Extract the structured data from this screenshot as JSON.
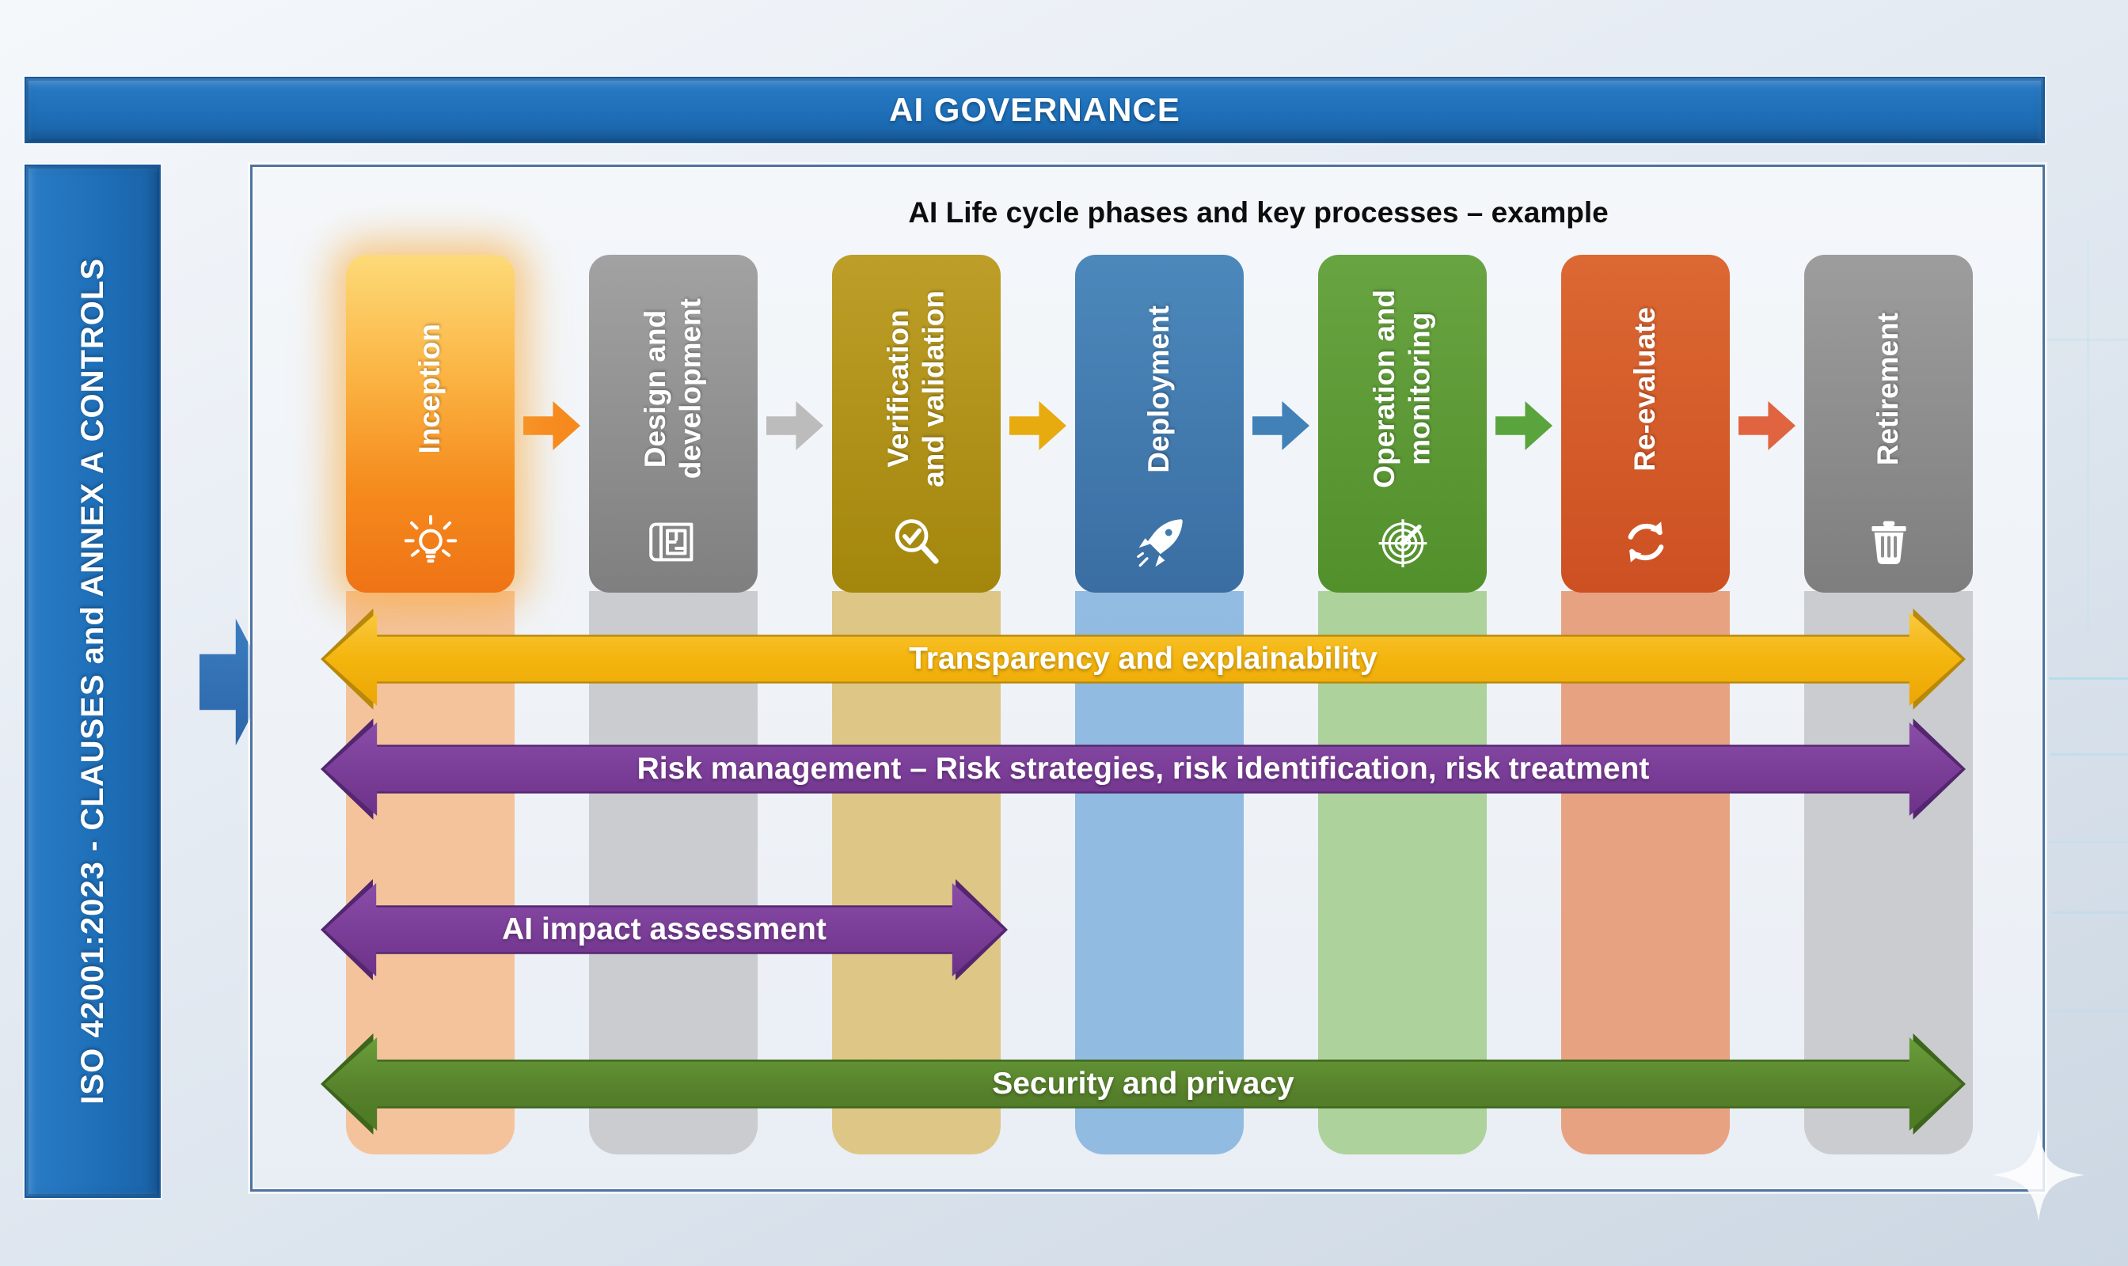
{
  "banner": {
    "title": "AI GOVERNANCE",
    "color": "#1e6fb8"
  },
  "sidebar": {
    "label": "ISO 42001:2023 - CLAUSES and ANNEX A CONTROLS",
    "color": "#1e6fb8"
  },
  "panel": {
    "title": "AI Life cycle phases and key processes – example",
    "phases": [
      {
        "label": "Inception",
        "icon": "lightbulb-icon",
        "color": "#f28a1f",
        "column_tint": "#f4bf93",
        "highlighted": true
      },
      {
        "label": "Design and\ndevelopment",
        "icon": "blueprint-icon",
        "color": "#8f8f8f",
        "column_tint": "#c7c9cb",
        "highlighted": false
      },
      {
        "label": "Verification\nand validation",
        "icon": "magnifier-check-icon",
        "color": "#ae9016",
        "column_tint": "#dcc27c",
        "highlighted": false
      },
      {
        "label": "Deployment",
        "icon": "rocket-icon",
        "color": "#3f7bb0",
        "column_tint": "#8ab6de",
        "highlighted": false
      },
      {
        "label": "Operation and\nmonitoring",
        "icon": "radar-icon",
        "color": "#5b9a33",
        "column_tint": "#a8cf92",
        "highlighted": false
      },
      {
        "label": "Re-evaluate",
        "icon": "refresh-icon",
        "color": "#d45b29",
        "column_tint": "#e69b76",
        "highlighted": false
      },
      {
        "label": "Retirement",
        "icon": "trash-icon",
        "color": "#8f8f8f",
        "column_tint": "#c7c9cb",
        "highlighted": false
      }
    ],
    "connector_arrow_colors": [
      "#f68a1e",
      "#bcbcbc",
      "#e7ab10",
      "#4181b8",
      "#5aa43d",
      "#e16440"
    ],
    "process_arrows": [
      {
        "label": "Transparency and explainability",
        "color": "#f4b50e",
        "span": "full"
      },
      {
        "label": "Risk management – Risk strategies, risk identification, risk treatment",
        "color": "#7a3d97",
        "span": "full"
      },
      {
        "label": "AI impact assessment",
        "color": "#7a3d97",
        "span": "partial"
      },
      {
        "label": "Security and privacy",
        "color": "#567f2b",
        "span": "full"
      }
    ]
  },
  "decor": {
    "left_arrow_color": "#2f6fb4",
    "sparkle_icon": "sparkle-icon"
  }
}
